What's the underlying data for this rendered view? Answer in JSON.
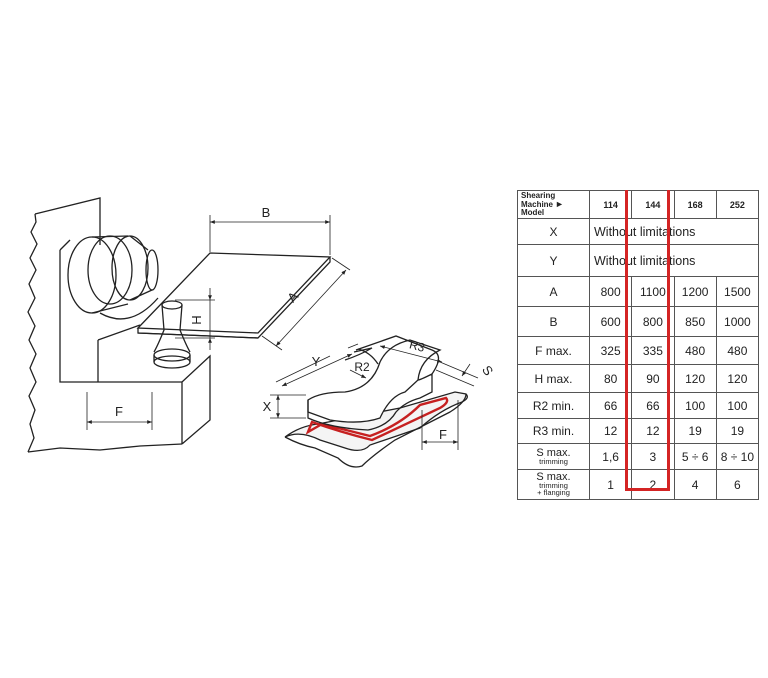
{
  "left_view": {
    "labels": {
      "b": "B",
      "h": "H",
      "a": "A",
      "f": "F"
    }
  },
  "right_view": {
    "labels": {
      "y": "Y",
      "r2": "R2",
      "r3": "R3",
      "s": "S",
      "x": "X",
      "f": "F"
    }
  },
  "spec_table": {
    "header": {
      "line1": "Shearing",
      "line2": "Machine",
      "line3": "Model",
      "arrow": "►"
    },
    "models": [
      "114",
      "144",
      "168",
      "252"
    ],
    "highlighted_model": "144",
    "highlight_color": "#d42424",
    "span_rows": [
      {
        "label": "X",
        "text": "Without limitations"
      },
      {
        "label": "Y",
        "text": "Without limitations"
      }
    ],
    "rows": [
      {
        "label": "A",
        "values": [
          "800",
          "1100",
          "1200",
          "1500"
        ]
      },
      {
        "label": "B",
        "values": [
          "600",
          "800",
          "850",
          "1000"
        ]
      },
      {
        "label": "F max.",
        "values": [
          "325",
          "335",
          "480",
          "480"
        ]
      },
      {
        "label": "H max.",
        "values": [
          "80",
          "90",
          "120",
          "120"
        ]
      },
      {
        "label": "R2 min.",
        "values": [
          "66",
          "66",
          "100",
          "100"
        ]
      },
      {
        "label": "R3 min.",
        "values": [
          "12",
          "12",
          "19",
          "19"
        ]
      }
    ],
    "s_trimming": {
      "label": "S max.",
      "sub": "trimming",
      "values": [
        "1,6",
        "3",
        "5 ÷ 6",
        "8 ÷ 10"
      ]
    },
    "s_flanging": {
      "label": "S max.",
      "sub1": "trimming",
      "sub2": "+ flanging",
      "values": [
        "1",
        "2",
        "4",
        "6"
      ]
    }
  }
}
